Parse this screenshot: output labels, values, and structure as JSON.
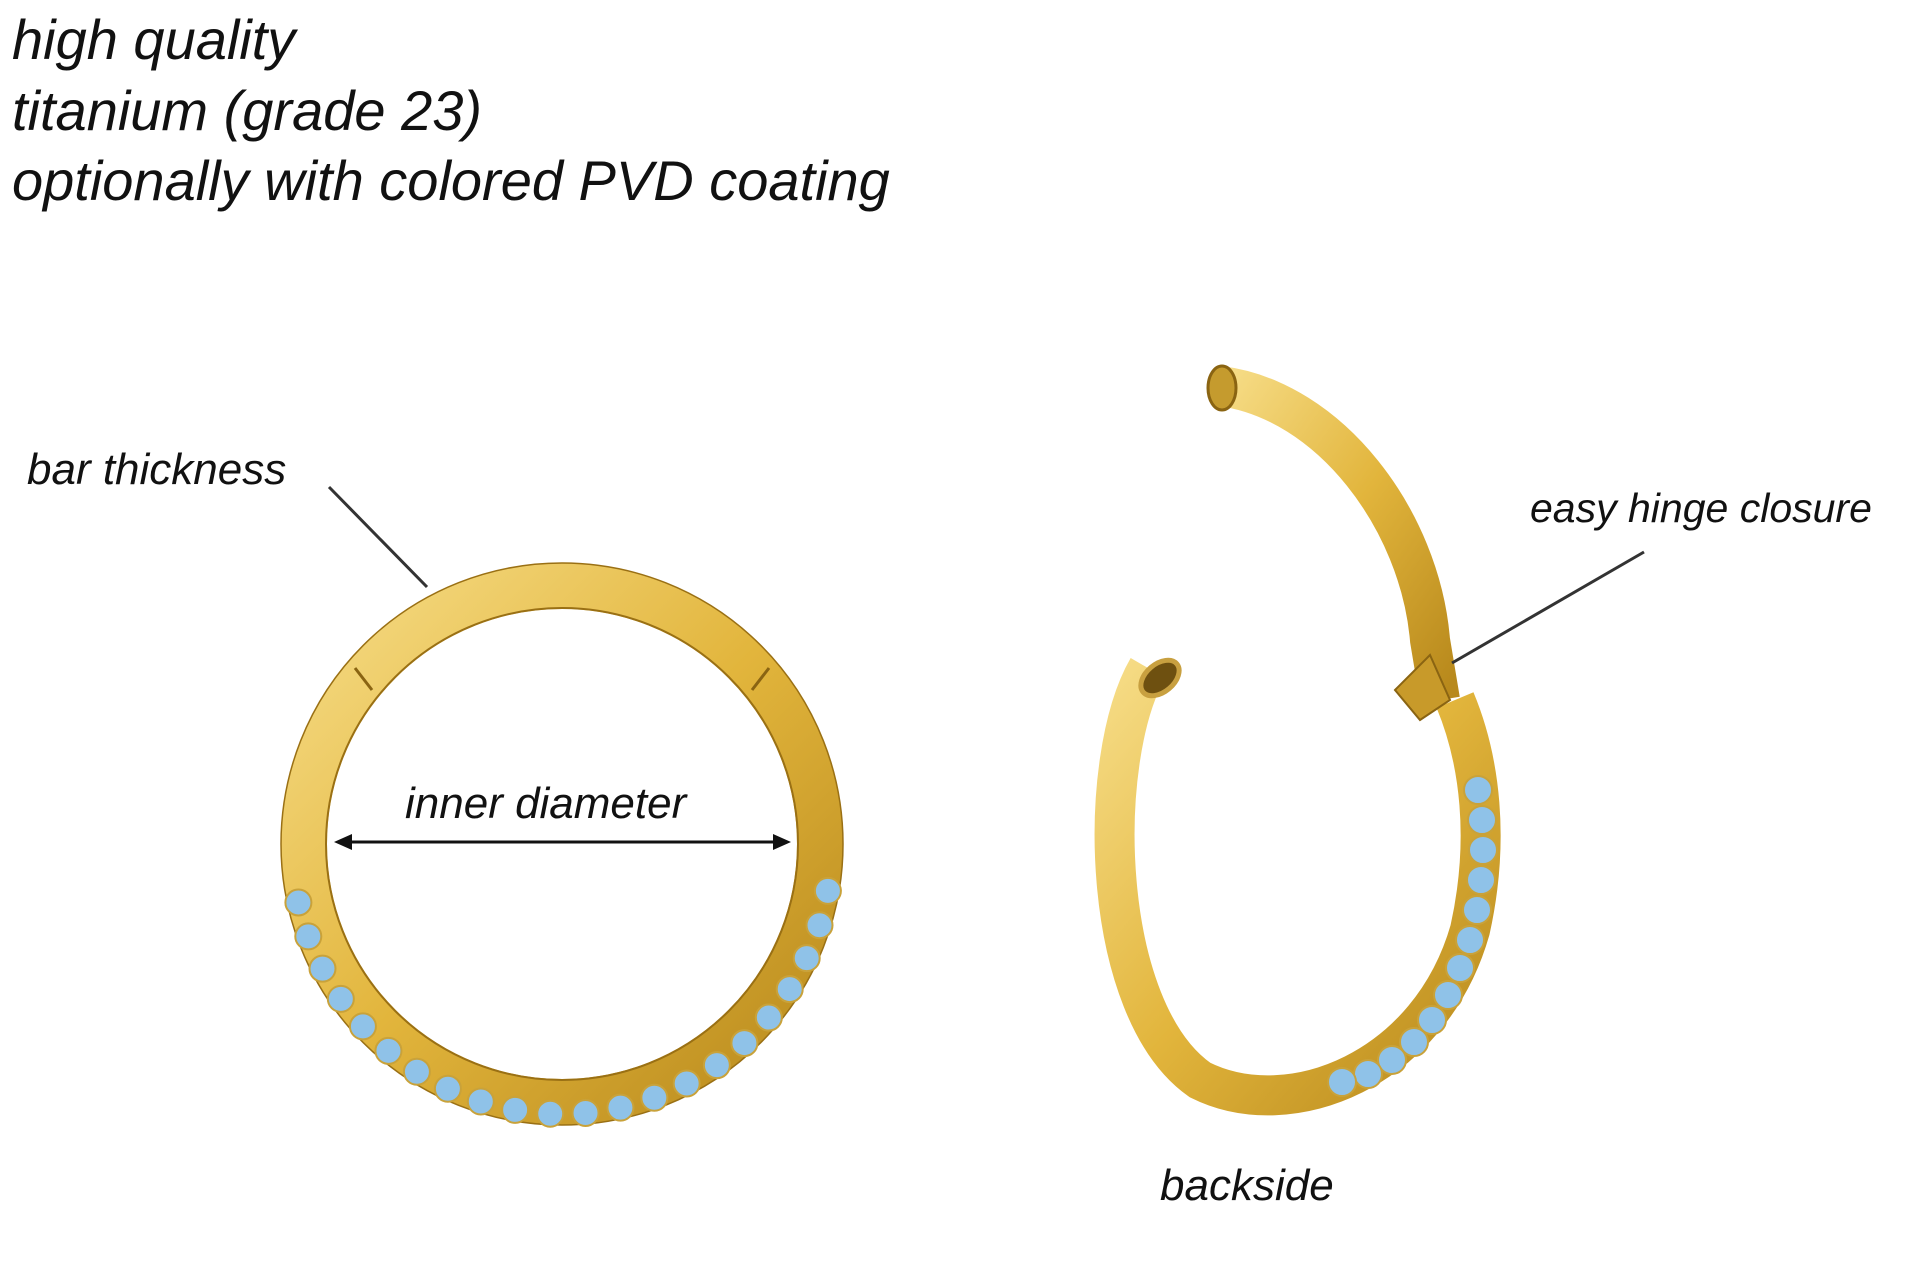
{
  "header": {
    "lines": [
      "high quality",
      "titanium (grade 23)",
      "optionally with colored PVD coating"
    ]
  },
  "labels": {
    "bar_thickness": "bar thickness",
    "inner_diameter": "inner diameter",
    "easy_hinge_closure": "easy hinge closure",
    "backside": "backside"
  },
  "colors": {
    "gold": "#e2b53c",
    "gold_dark": "#b8891c",
    "gem_blue": "#8fc2e8"
  }
}
